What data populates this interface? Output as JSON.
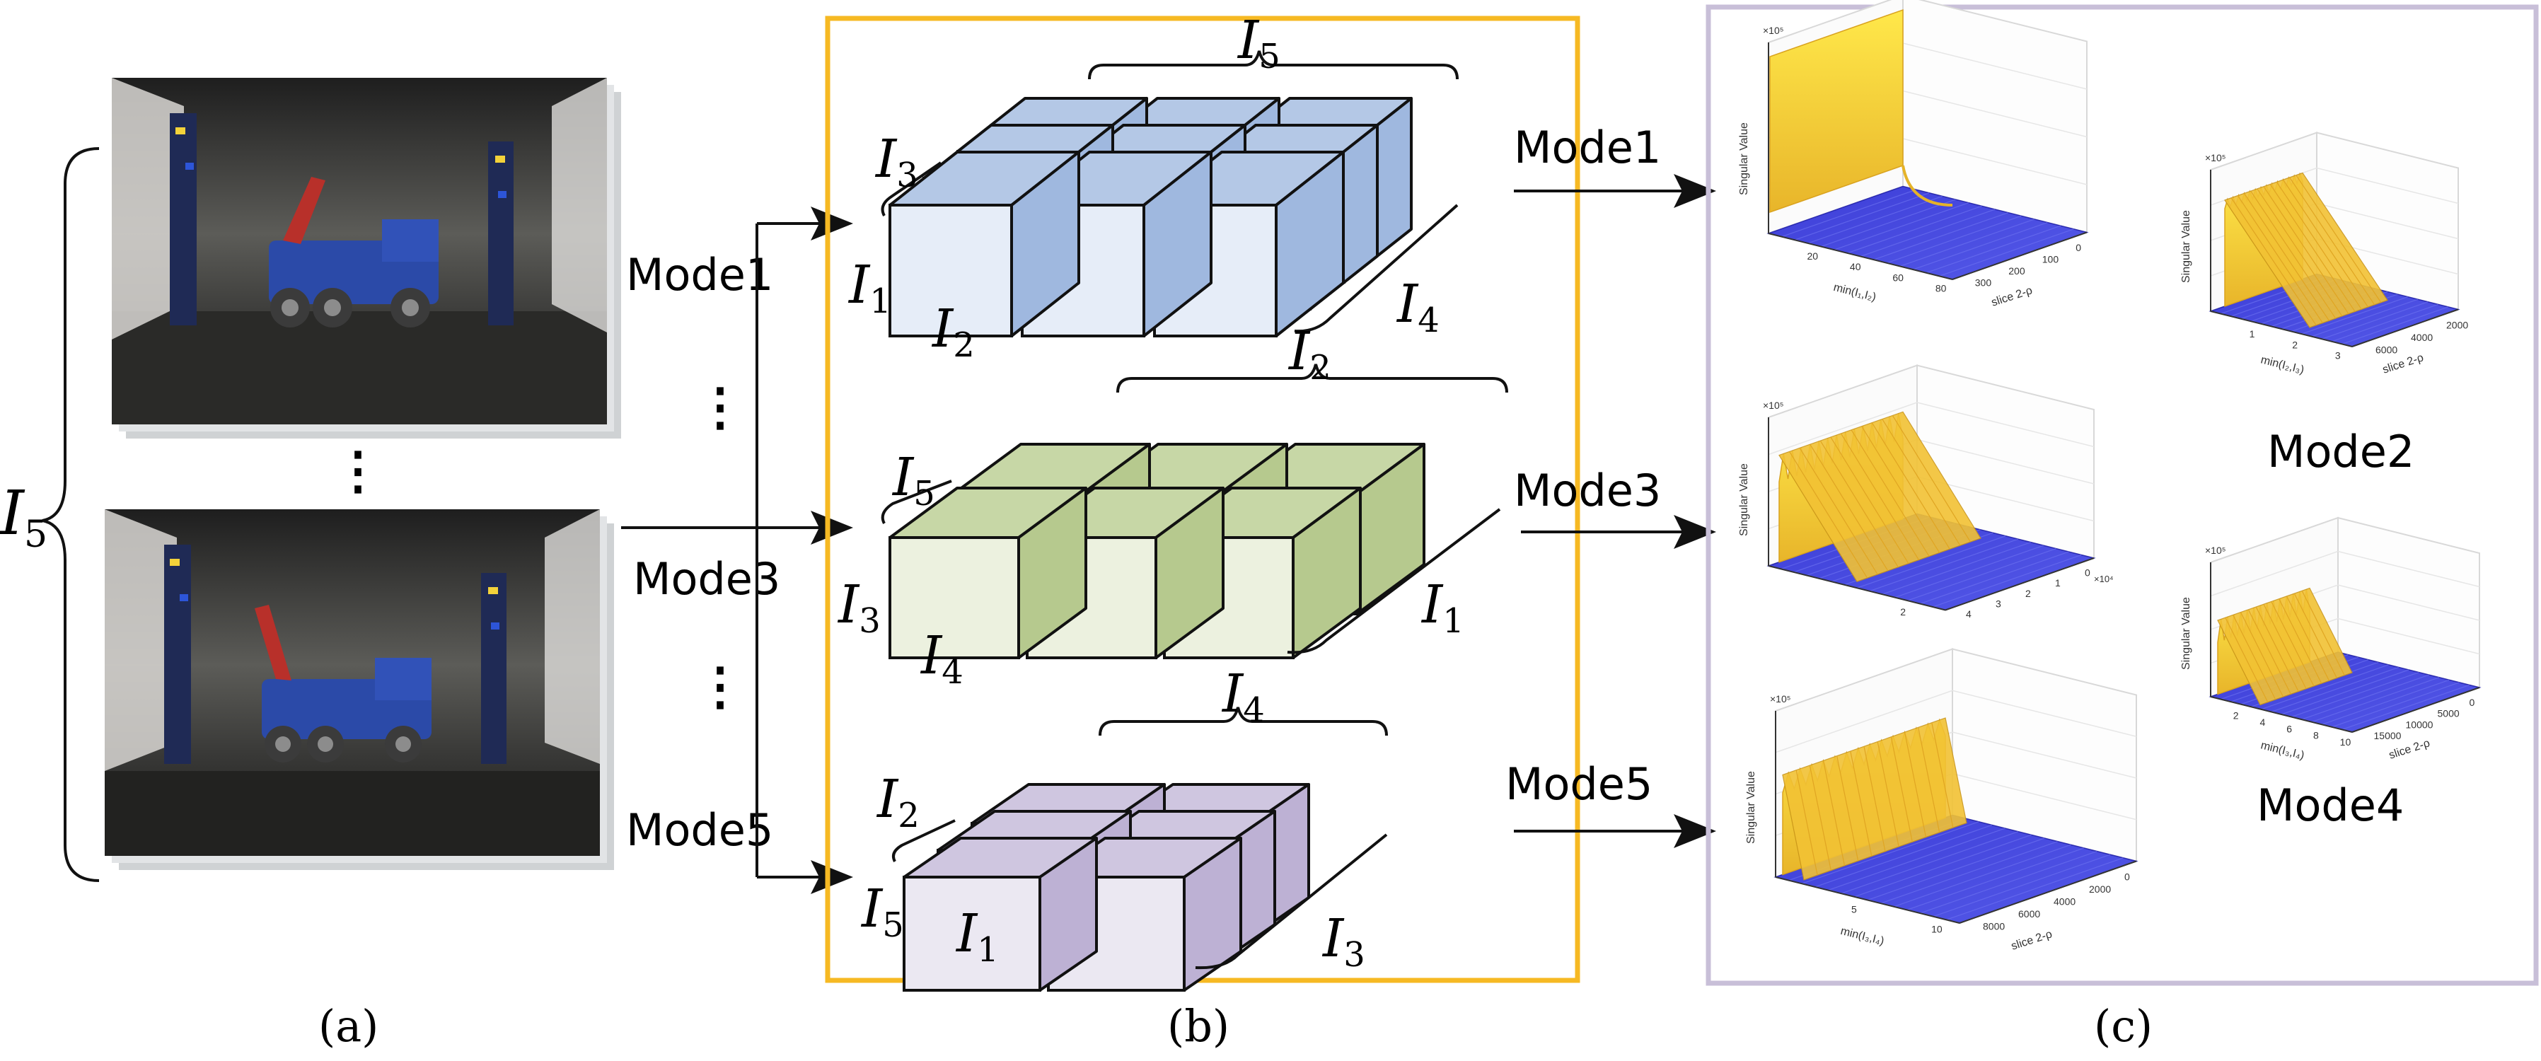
{
  "captions": {
    "a": "(a)",
    "b": "(b)",
    "c": "(c)"
  },
  "colors": {
    "blue_front": "#e6edf8",
    "blue_top": "#b4c8e6",
    "blue_side": "#9fb8df",
    "green_front": "#ecf1df",
    "green_top": "#c7d7a6",
    "green_side": "#b6c98e",
    "purple_front": "#ebe8f2",
    "purple_top": "#cfc6e0",
    "purple_side": "#bdb1d4",
    "frame_b": "#f6b923",
    "frame_c": "#c8bfd8",
    "surf_yellow": "#f5d33a",
    "surf_blue": "#3a3ad6"
  },
  "panel_a": {
    "brace_label": {
      "main": "I",
      "sub": "5"
    },
    "dots_between": "⋮",
    "mode1_label": "Mode1",
    "mode3_label": "Mode3",
    "mode5_label": "Mode5",
    "dots_mode": "⋮"
  },
  "panel_b": {
    "blue": {
      "top_i": "I",
      "top_s": "5",
      "l1_i": "I",
      "l1_s": "3",
      "l2_i": "I",
      "l2_s": "1",
      "bot_i": "I",
      "bot_s": "2",
      "right_i": "I",
      "right_s": "4"
    },
    "green": {
      "top_i": "I",
      "top_s": "2",
      "l1_i": "I",
      "l1_s": "5",
      "l2_i": "I",
      "l2_s": "3",
      "bot_i": "I",
      "bot_s": "4",
      "right_i": "I",
      "right_s": "1"
    },
    "purple": {
      "top_i": "I",
      "top_s": "4",
      "l1_i": "I",
      "l1_s": "2",
      "l2_i": "I",
      "l2_s": "5",
      "bot_i": "I",
      "bot_s": "1",
      "right_i": "I",
      "right_s": "3"
    }
  },
  "panel_c": {
    "mode1_label": "Mode1",
    "mode3_label": "Mode3",
    "mode5_label": "Mode5",
    "mode2_label": "Mode2",
    "mode4_label": "Mode4",
    "plots": {
      "p1": {
        "zlabel": "Singular Value",
        "exp": "×10⁵",
        "xlabel": "min(I₁,I₂)",
        "ylabel": "slice 2-ρ",
        "xticks": [
          "20",
          "40",
          "60",
          "80"
        ],
        "yticks": [
          "300",
          "200",
          "100",
          "0"
        ]
      },
      "p2": {
        "zlabel": "Singular Value",
        "exp": "×10⁵",
        "xlabel": "min(I₂,I₃)",
        "ylabel": "slice 2-ρ",
        "xticks": [
          "1",
          "2",
          "3"
        ],
        "yticks": [
          "6000",
          "4000",
          "2000"
        ]
      },
      "p3": {
        "zlabel": "Singular Value",
        "exp": "×10⁵",
        "xlabel": "",
        "ylabel": "",
        "xticks": [
          "2"
        ],
        "yticks": [
          "4",
          "3",
          "2",
          "1",
          "0"
        ],
        "yexp": "×10⁴"
      },
      "p4": {
        "zlabel": "Singular Value",
        "exp": "×10⁵",
        "xlabel": "min(I₃,I₄)",
        "ylabel": "slice 2-ρ",
        "xticks": [
          "2",
          "4",
          "6",
          "8",
          "10"
        ],
        "yticks": [
          "15000",
          "10000",
          "5000",
          "0"
        ]
      },
      "p5": {
        "zlabel": "Singular Value",
        "exp": "×10⁵",
        "xlabel": "min(I₃,I₄)",
        "ylabel": "slice 2-ρ",
        "xticks": [
          "5",
          "10"
        ],
        "yticks": [
          "8000",
          "6000",
          "4000",
          "2000",
          "0"
        ]
      }
    }
  }
}
